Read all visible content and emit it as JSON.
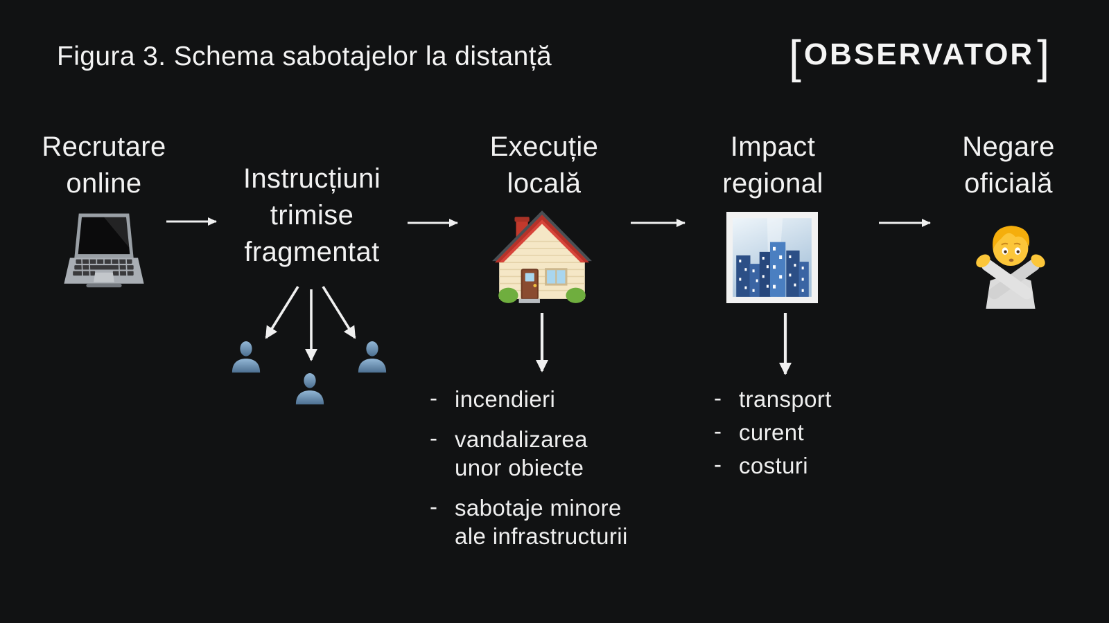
{
  "header": {
    "title": "Figura 3. Schema sabotajelor la distanță",
    "logo_left_bracket": "[",
    "logo_text": "OBSERVATOR",
    "logo_right_bracket": "]"
  },
  "nodes": {
    "recruitment": {
      "lines": [
        "Recrutare",
        "online"
      ],
      "icon": "laptop-icon"
    },
    "instructions": {
      "lines": [
        "Instrucțiuni",
        "trimise",
        "fragmentat"
      ],
      "icon": "person-silhouette-icons"
    },
    "execution": {
      "lines": [
        "Execuție",
        "locală"
      ],
      "icon": "house-icon"
    },
    "impact": {
      "lines": [
        "Impact",
        "regional"
      ],
      "icon": "cityscape-icon"
    },
    "denial": {
      "lines": [
        "Negare",
        "oficială"
      ],
      "icon": "person-gesturing-no-icon"
    }
  },
  "lists": {
    "dash": "-",
    "execution_effects": [
      {
        "lines": [
          "incendieri",
          ""
        ]
      },
      {
        "lines": [
          "vandalizarea",
          "unor obiecte"
        ]
      },
      {
        "lines": [
          "sabotaje minore",
          "ale infrastructurii"
        ]
      }
    ],
    "impact_effects": [
      {
        "lines": [
          "transport"
        ]
      },
      {
        "lines": [
          "curent"
        ]
      },
      {
        "lines": [
          "costuri"
        ]
      }
    ]
  },
  "colors": {
    "background": "#111213",
    "text": "#f2f2f2",
    "arrow": "#f0f0f0",
    "person_silhouette_blue": "#6f96b8",
    "house_roof_red": "#d7443a",
    "city_building_blue": "#2c4f86",
    "denial_yellow": "#fcc63a"
  }
}
